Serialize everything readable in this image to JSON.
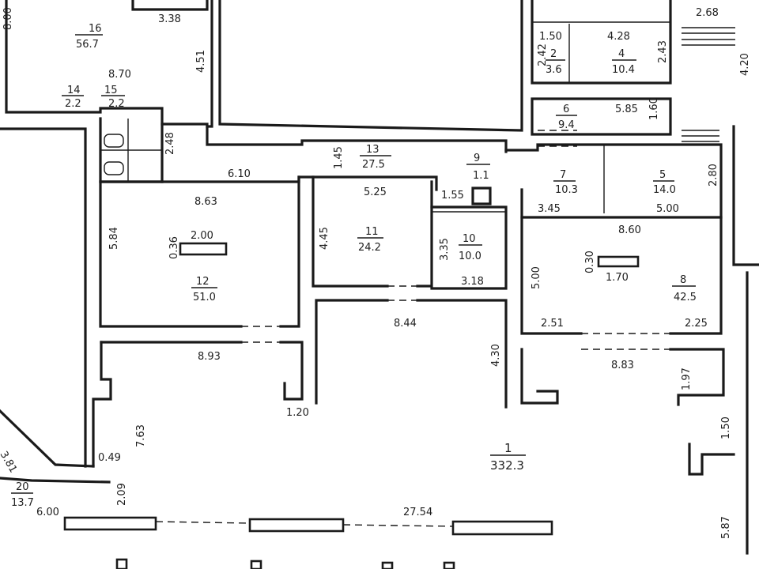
{
  "rooms": [
    {
      "id": "16",
      "number": "16",
      "area": "56.7"
    },
    {
      "id": "14",
      "number": "14",
      "area": "2.2"
    },
    {
      "id": "15",
      "number": "15",
      "area": "2.2"
    },
    {
      "id": "13",
      "number": "13",
      "area": "27.5"
    },
    {
      "id": "12",
      "number": "12",
      "area": "51.0"
    },
    {
      "id": "11",
      "number": "11",
      "area": "24.2"
    },
    {
      "id": "10",
      "number": "10",
      "area": "10.0"
    },
    {
      "id": "9",
      "number": "9",
      "area": "1.1"
    },
    {
      "id": "2",
      "number": "2",
      "area": "3.6"
    },
    {
      "id": "4",
      "number": "4",
      "area": "10.4"
    },
    {
      "id": "6",
      "number": "6",
      "area": "9.4"
    },
    {
      "id": "7",
      "number": "7",
      "area": "10.3"
    },
    {
      "id": "5",
      "number": "5",
      "area": "14.0"
    },
    {
      "id": "8",
      "number": "8",
      "area": "42.5"
    },
    {
      "id": "1",
      "number": "1",
      "area": "332.3"
    },
    {
      "id": "20",
      "number": "20",
      "area": "13.7"
    }
  ],
  "dimensions": [
    "8.00",
    "3.38",
    "4.51",
    "8.70",
    "2.48",
    "6.10",
    "8.63",
    "5.84",
    "0.36",
    "2.00",
    "1.45",
    "4.45",
    "5.25",
    "1.55",
    "3.35",
    "3.18",
    "8.44",
    "8.93",
    "1.20",
    "4.30",
    "7.63",
    "0.49",
    "2.09",
    "3.81",
    "6.00",
    "27.54",
    "1.50",
    "4.28",
    "2.42",
    "2.43",
    "2.68",
    "4.20",
    "5.85",
    "1.60",
    "2.80",
    "3.45",
    "5.00",
    "8.60",
    "5.00",
    "0.30",
    "1.70",
    "2.51",
    "2.25",
    "8.83",
    "1.97",
    "1.50",
    "5.87"
  ]
}
